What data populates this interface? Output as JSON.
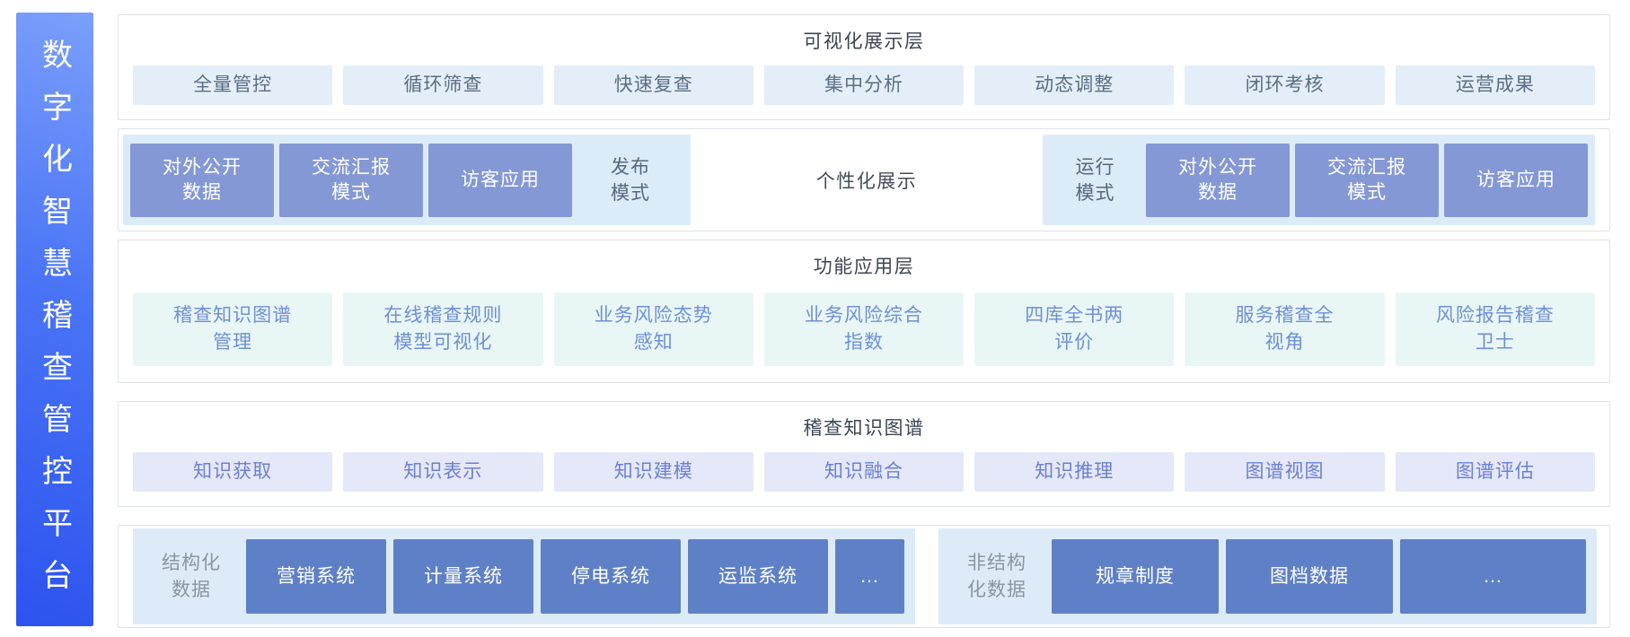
{
  "platform": {
    "title": "数字化智慧稽查管控平台"
  },
  "layers": {
    "visualization": {
      "title": "可视化展示层",
      "items": [
        "全量管控",
        "循环筛查",
        "快速复查",
        "集中分析",
        "动态调整",
        "闭环考核",
        "运营成果"
      ]
    },
    "display_modes": {
      "publish": {
        "label_lines": [
          "发布",
          "模式"
        ],
        "items": [
          [
            "对外公开",
            "数据"
          ],
          [
            "交流汇报",
            "模式"
          ],
          [
            "访客应用"
          ]
        ]
      },
      "center_label": "个性化展示",
      "runtime": {
        "label_lines": [
          "运行",
          "模式"
        ],
        "items": [
          [
            "对外公开",
            "数据"
          ],
          [
            "交流汇报",
            "模式"
          ],
          [
            "访客应用"
          ]
        ]
      }
    },
    "function": {
      "title": "功能应用层",
      "items": [
        [
          "稽查知识图谱",
          "管理"
        ],
        [
          "在线稽查规则",
          "模型可视化"
        ],
        [
          "业务风险态势",
          "感知"
        ],
        [
          "业务风险综合",
          "指数"
        ],
        [
          "四库全书两",
          "评价"
        ],
        [
          "服务稽查全",
          "视角"
        ],
        [
          "风险报告稽查",
          "卫士"
        ]
      ]
    },
    "knowledge_graph": {
      "title": "稽查知识图谱",
      "items": [
        "知识获取",
        "知识表示",
        "知识建模",
        "知识融合",
        "知识推理",
        "图谱视图",
        "图谱评估"
      ]
    },
    "data_sources": {
      "structured": {
        "label_lines": [
          "结构化",
          "数据"
        ],
        "items": [
          "营销系统",
          "计量系统",
          "停电系统",
          "运监系统",
          "..."
        ]
      },
      "unstructured": {
        "label_lines": [
          "非结构",
          "化数据"
        ],
        "items": [
          "规章制度",
          "图档数据",
          "..."
        ]
      }
    }
  },
  "colors": {
    "sidebar_gradient_start": "#7b9ffb",
    "sidebar_gradient_end": "#2c53ee",
    "layer_border": "#dee3ea",
    "chip_azure_bg": "#e3eef9",
    "chip_mint_bg": "#e8f7f5",
    "chip_lavender_bg": "#e5e8f8",
    "mode_panel_bg": "#dcebf8",
    "mode_box_bg": "#8498d6",
    "source_panel_bg": "#ddebf8",
    "source_box_bg": "#5e80c7"
  }
}
